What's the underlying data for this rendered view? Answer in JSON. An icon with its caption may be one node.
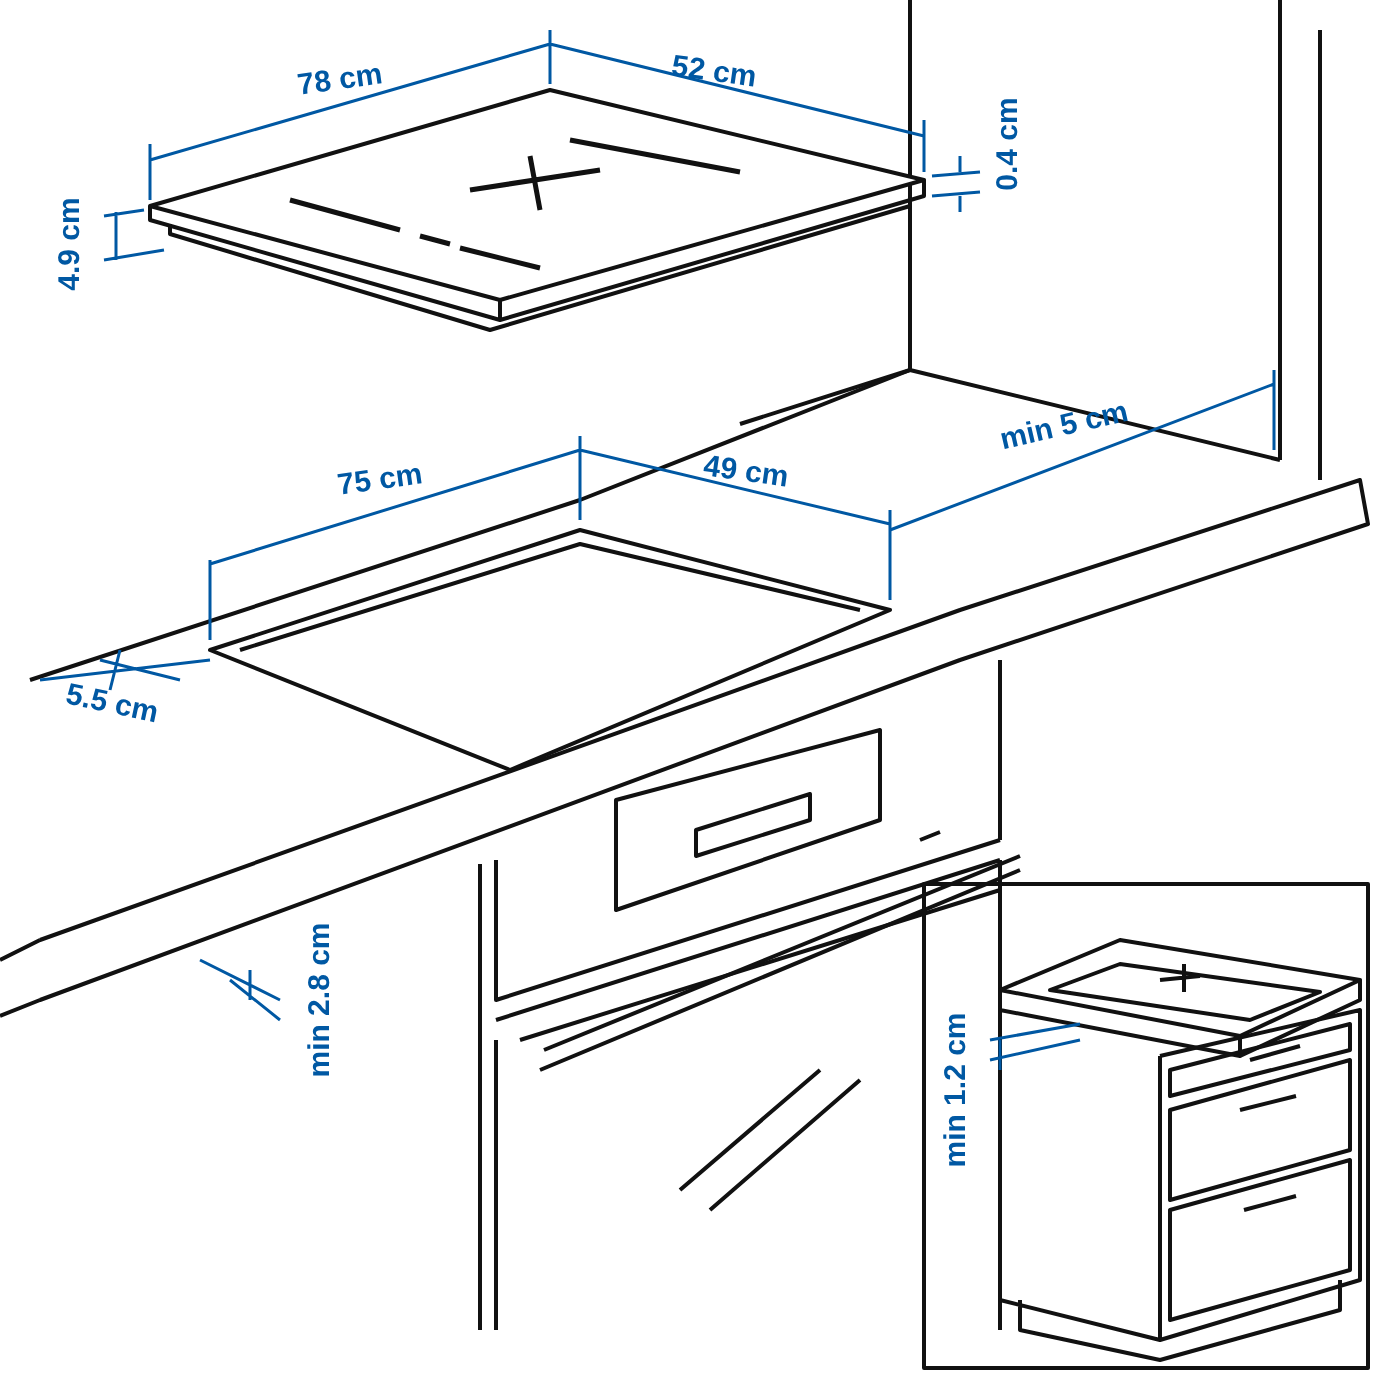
{
  "diagram": {
    "labels": [
      "78 cm",
      "52 cm",
      "4.9 cm",
      "0.4 cm",
      "75 cm",
      "49 cm",
      "min 5 cm",
      "5.5 cm",
      "min 2.8 cm",
      "min 1.2 cm"
    ]
  }
}
